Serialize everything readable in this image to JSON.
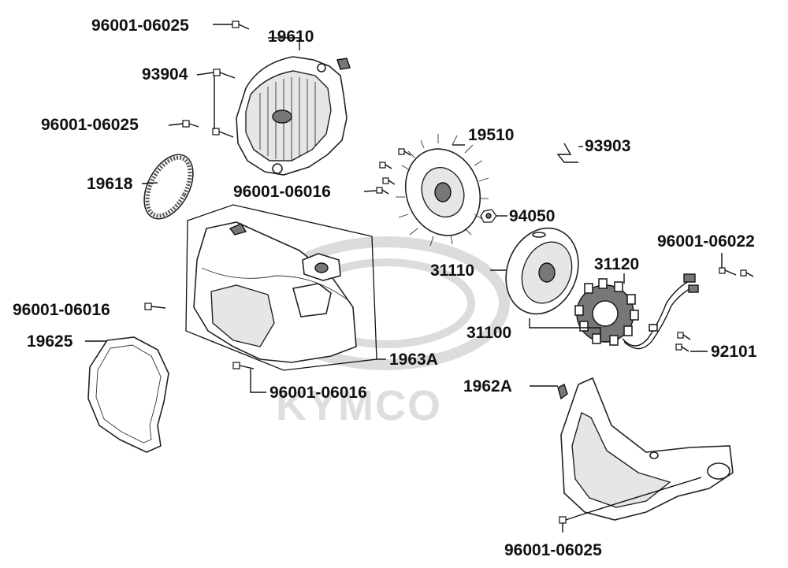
{
  "watermark": {
    "brand": "KYMCO"
  },
  "callouts": [
    {
      "id": "c1",
      "part_number": "96001-06025"
    },
    {
      "id": "c2",
      "part_number": "19610"
    },
    {
      "id": "c3",
      "part_number": "93904"
    },
    {
      "id": "c4",
      "part_number": "96001-06025"
    },
    {
      "id": "c5",
      "part_number": "19618"
    },
    {
      "id": "c6",
      "part_number": "19510"
    },
    {
      "id": "c7",
      "part_number": "96001-06016"
    },
    {
      "id": "c8",
      "part_number": "93903"
    },
    {
      "id": "c9",
      "part_number": "94050"
    },
    {
      "id": "c10",
      "part_number": "96001-06022"
    },
    {
      "id": "c11",
      "part_number": "31110"
    },
    {
      "id": "c12",
      "part_number": "31120"
    },
    {
      "id": "c13",
      "part_number": "96001-06016"
    },
    {
      "id": "c14",
      "part_number": "31100"
    },
    {
      "id": "c15",
      "part_number": "92101"
    },
    {
      "id": "c16",
      "part_number": "19625"
    },
    {
      "id": "c17",
      "part_number": "1963A"
    },
    {
      "id": "c18",
      "part_number": "1962A"
    },
    {
      "id": "c19",
      "part_number": "96001-06016"
    },
    {
      "id": "c20",
      "part_number": "96001-06025"
    }
  ]
}
